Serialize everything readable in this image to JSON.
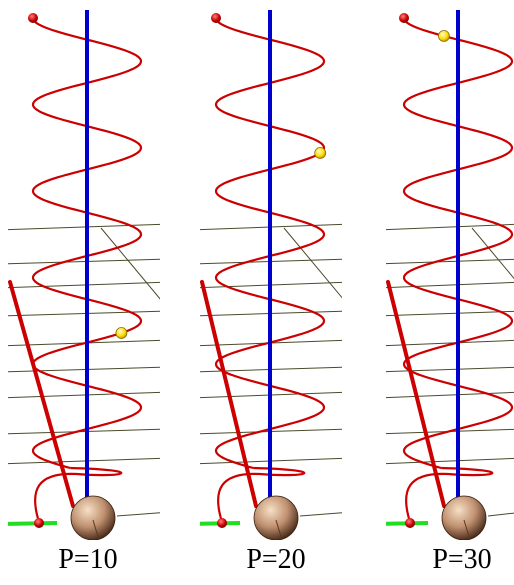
{
  "panels": [
    {
      "label": "P=10",
      "marker_fraction": 0.7
    },
    {
      "label": "P=20",
      "marker_fraction": 0.3
    },
    {
      "label": "P=30",
      "marker_fraction": 0.04
    }
  ],
  "colors": {
    "background": "#ffffff",
    "axis": "#0000cc",
    "curve": "#cc0000",
    "grid": "#4a4a2a",
    "ground_line": "#22dd22",
    "marker": "#ffdd00",
    "endpoint": "#cc0000",
    "sphere_light": "#f6e0c6",
    "sphere_mid": "#c09070",
    "sphere_dark": "#4a2c1a"
  },
  "icons": {
    "endpoint": "red-dot-icon",
    "marker": "yellow-dot-icon",
    "base": "sphere-icon"
  }
}
